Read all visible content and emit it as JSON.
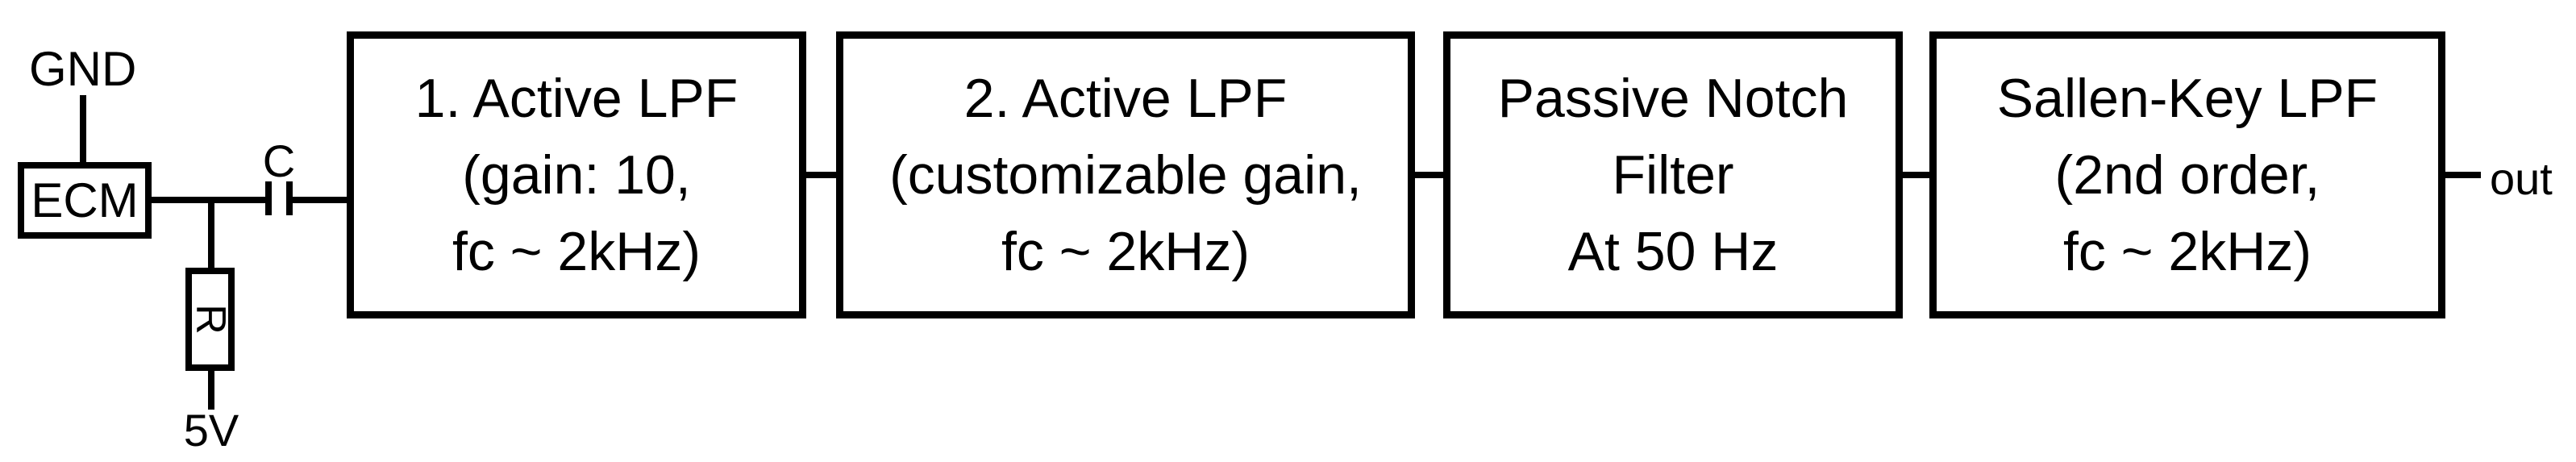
{
  "diagram": {
    "input_stage": {
      "gnd_label": "GND",
      "ecm_label": "ECM",
      "capacitor_label": "C",
      "resistor_label": "R",
      "supply_label": "5V"
    },
    "blocks": [
      {
        "lines": [
          "1. Active LPF",
          "(gain: 10,",
          "fc ~ 2kHz)"
        ]
      },
      {
        "lines": [
          "2. Active LPF",
          "(customizable gain,",
          "fc ~ 2kHz)"
        ]
      },
      {
        "lines": [
          "Passive Notch",
          "Filter",
          "At 50 Hz"
        ]
      },
      {
        "lines": [
          "Sallen-Key LPF",
          "(2nd order,",
          "fc ~ 2kHz)"
        ]
      }
    ],
    "output_label": "out",
    "colors": {
      "ink": "#000000",
      "background": "#ffffff"
    }
  }
}
